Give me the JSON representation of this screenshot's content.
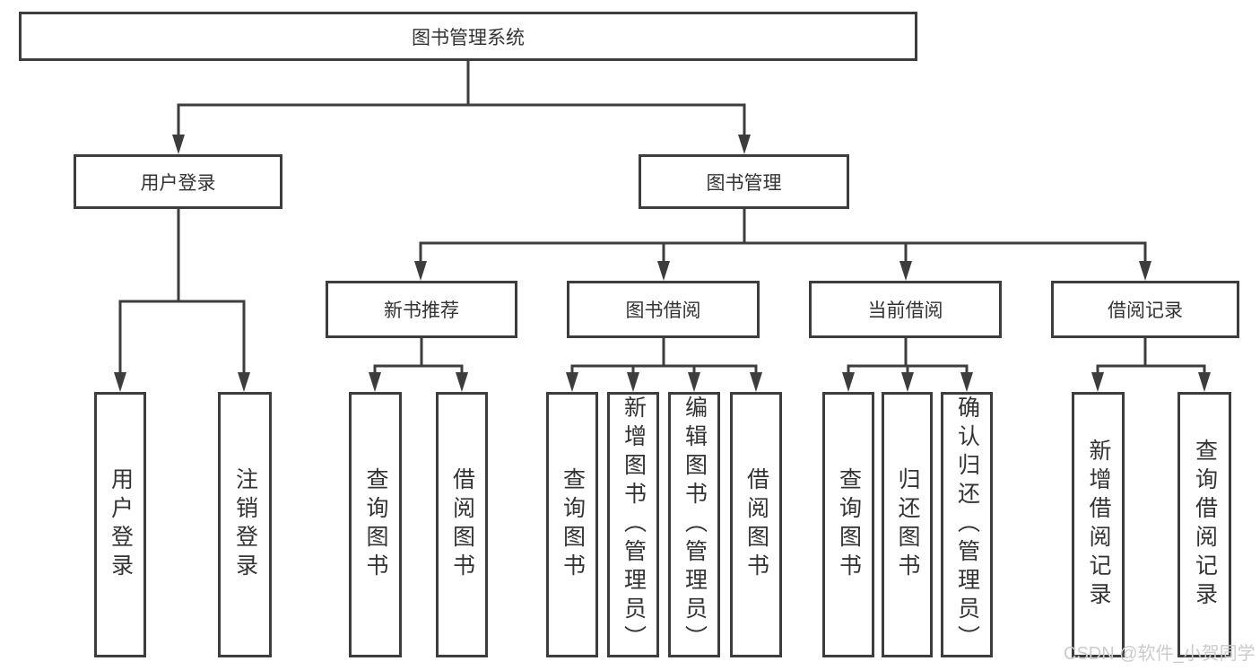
{
  "colors": {
    "line": "#3d3d3d",
    "text": "#333333",
    "background": "#ffffff",
    "watermark": "#cbcbcb"
  },
  "watermark": "CSDN @软件_小贺同学",
  "tree": {
    "label": "图书管理系统",
    "children": [
      {
        "label": "用户登录",
        "children": [
          {
            "label": "用户登录"
          },
          {
            "label": "注销登录"
          }
        ]
      },
      {
        "label": "图书管理",
        "children": [
          {
            "label": "新书推荐",
            "children": [
              {
                "label": "查询图书"
              },
              {
                "label": "借阅图书"
              }
            ]
          },
          {
            "label": "图书借阅",
            "children": [
              {
                "label": "查询图书"
              },
              {
                "label": "新增图书（管理员）"
              },
              {
                "label": "编辑图书（管理员）"
              },
              {
                "label": "借阅图书"
              }
            ]
          },
          {
            "label": "当前借阅",
            "children": [
              {
                "label": "查询图书"
              },
              {
                "label": "归还图书"
              },
              {
                "label": "确认归还（管理员）"
              }
            ]
          },
          {
            "label": "借阅记录",
            "children": [
              {
                "label": "新增借阅记录"
              },
              {
                "label": "查询借阅记录"
              }
            ]
          }
        ]
      }
    ]
  }
}
